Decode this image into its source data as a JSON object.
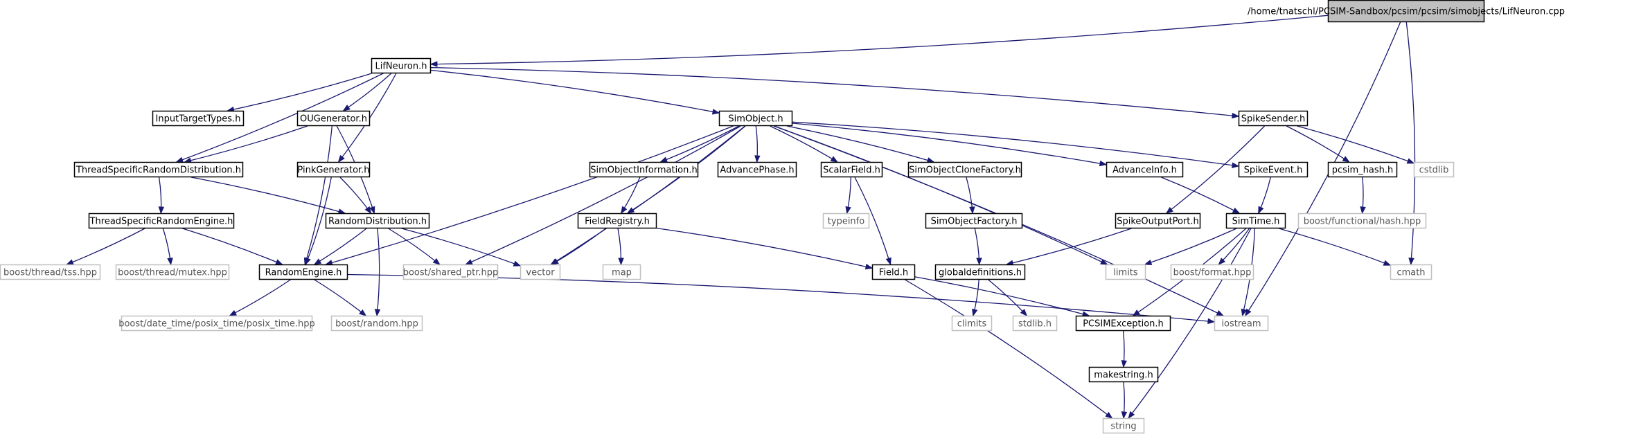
{
  "colors": {
    "edge": "#191970",
    "root_fill": "#bfbfbf",
    "local_border": "#000000",
    "external_border": "#bfbfbf"
  },
  "nodes": [
    {
      "id": "root",
      "label": "/home/tnatschl/PCSIM-Sandbox/pcsim/pcsim/simobjects/LifNeuron.cpp",
      "kind": "root"
    },
    {
      "id": "lifneuron_h",
      "label": "LifNeuron.h",
      "kind": "local"
    },
    {
      "id": "inputtargettypes_h",
      "label": "InputTargetTypes.h",
      "kind": "local"
    },
    {
      "id": "ougenerator_h",
      "label": "OUGenerator.h",
      "kind": "local"
    },
    {
      "id": "simobject_h",
      "label": "SimObject.h",
      "kind": "local"
    },
    {
      "id": "spikesender_h",
      "label": "SpikeSender.h",
      "kind": "local"
    },
    {
      "id": "tsrd_h",
      "label": "ThreadSpecificRandomDistribution.h",
      "kind": "local"
    },
    {
      "id": "pinkgenerator_h",
      "label": "PinkGenerator.h",
      "kind": "local"
    },
    {
      "id": "simobjectinformation_h",
      "label": "SimObjectInformation.h",
      "kind": "local"
    },
    {
      "id": "advancephase_h",
      "label": "AdvancePhase.h",
      "kind": "local"
    },
    {
      "id": "scalarfield_h",
      "label": "ScalarField.h",
      "kind": "local"
    },
    {
      "id": "simobjectclonefactory_h",
      "label": "SimObjectCloneFactory.h",
      "kind": "local"
    },
    {
      "id": "advanceinfo_h",
      "label": "AdvanceInfo.h",
      "kind": "local"
    },
    {
      "id": "spikeevent_h",
      "label": "SpikeEvent.h",
      "kind": "local"
    },
    {
      "id": "pcsim_hash_h",
      "label": "pcsim_hash.h",
      "kind": "local"
    },
    {
      "id": "cstdlib",
      "label": "cstdlib",
      "kind": "external"
    },
    {
      "id": "tsre_h",
      "label": "ThreadSpecificRandomEngine.h",
      "kind": "local"
    },
    {
      "id": "randomdistribution_h",
      "label": "RandomDistribution.h",
      "kind": "local"
    },
    {
      "id": "fieldregistry_h",
      "label": "FieldRegistry.h",
      "kind": "local"
    },
    {
      "id": "typeinfo",
      "label": "typeinfo",
      "kind": "external"
    },
    {
      "id": "simobjectfactory_h",
      "label": "SimObjectFactory.h",
      "kind": "local"
    },
    {
      "id": "spikeoutputport_h",
      "label": "SpikeOutputPort.h",
      "kind": "local"
    },
    {
      "id": "simtime_h",
      "label": "SimTime.h",
      "kind": "local"
    },
    {
      "id": "boost_functional_hash",
      "label": "boost/functional/hash.hpp",
      "kind": "external"
    },
    {
      "id": "boost_thread_tss",
      "label": "boost/thread/tss.hpp",
      "kind": "external"
    },
    {
      "id": "boost_thread_mutex",
      "label": "boost/thread/mutex.hpp",
      "kind": "external"
    },
    {
      "id": "randomengine_h",
      "label": "RandomEngine.h",
      "kind": "local"
    },
    {
      "id": "boost_shared_ptr",
      "label": "boost/shared_ptr.hpp",
      "kind": "external"
    },
    {
      "id": "vector",
      "label": "vector",
      "kind": "external"
    },
    {
      "id": "map",
      "label": "map",
      "kind": "external"
    },
    {
      "id": "field_h",
      "label": "Field.h",
      "kind": "local"
    },
    {
      "id": "globaldefinitions_h",
      "label": "globaldefinitions.h",
      "kind": "local"
    },
    {
      "id": "limits",
      "label": "limits",
      "kind": "external"
    },
    {
      "id": "boost_format",
      "label": "boost/format.hpp",
      "kind": "external"
    },
    {
      "id": "cmath",
      "label": "cmath",
      "kind": "external"
    },
    {
      "id": "boost_posix_time",
      "label": "boost/date_time/posix_time/posix_time.hpp",
      "kind": "external"
    },
    {
      "id": "boost_random",
      "label": "boost/random.hpp",
      "kind": "external"
    },
    {
      "id": "climits",
      "label": "climits",
      "kind": "external"
    },
    {
      "id": "stdlib_h",
      "label": "stdlib.h",
      "kind": "external"
    },
    {
      "id": "pcsimexception_h",
      "label": "PCSIMException.h",
      "kind": "local"
    },
    {
      "id": "iostream",
      "label": "iostream",
      "kind": "external"
    },
    {
      "id": "makestring_h",
      "label": "makestring.h",
      "kind": "local"
    },
    {
      "id": "string",
      "label": "string",
      "kind": "external"
    }
  ],
  "edges": [
    [
      "root",
      "lifneuron_h"
    ],
    [
      "root",
      "cmath"
    ],
    [
      "root",
      "iostream"
    ],
    [
      "lifneuron_h",
      "inputtargettypes_h"
    ],
    [
      "lifneuron_h",
      "ougenerator_h"
    ],
    [
      "lifneuron_h",
      "simobject_h"
    ],
    [
      "lifneuron_h",
      "spikesender_h"
    ],
    [
      "lifneuron_h",
      "tsrd_h"
    ],
    [
      "lifneuron_h",
      "pinkgenerator_h"
    ],
    [
      "ougenerator_h",
      "tsrd_h"
    ],
    [
      "ougenerator_h",
      "randomdistribution_h"
    ],
    [
      "ougenerator_h",
      "randomengine_h"
    ],
    [
      "tsrd_h",
      "tsre_h"
    ],
    [
      "tsrd_h",
      "randomdistribution_h"
    ],
    [
      "tsre_h",
      "boost_thread_tss"
    ],
    [
      "tsre_h",
      "boost_thread_mutex"
    ],
    [
      "tsre_h",
      "randomengine_h"
    ],
    [
      "pinkgenerator_h",
      "randomdistribution_h"
    ],
    [
      "pinkgenerator_h",
      "randomengine_h"
    ],
    [
      "randomdistribution_h",
      "randomengine_h"
    ],
    [
      "randomdistribution_h",
      "boost_shared_ptr"
    ],
    [
      "randomdistribution_h",
      "vector"
    ],
    [
      "randomdistribution_h",
      "boost_random"
    ],
    [
      "randomengine_h",
      "boost_posix_time"
    ],
    [
      "randomengine_h",
      "boost_random"
    ],
    [
      "randomengine_h",
      "iostream"
    ],
    [
      "simobject_h",
      "simobjectinformation_h"
    ],
    [
      "simobject_h",
      "advancephase_h"
    ],
    [
      "simobject_h",
      "scalarfield_h"
    ],
    [
      "simobject_h",
      "simobjectclonefactory_h"
    ],
    [
      "simobject_h",
      "advanceinfo_h"
    ],
    [
      "simobject_h",
      "spikeevent_h"
    ],
    [
      "simobject_h",
      "fieldregistry_h"
    ],
    [
      "simobject_h",
      "vector"
    ],
    [
      "simobject_h",
      "boost_shared_ptr"
    ],
    [
      "simobject_h",
      "randomengine_h"
    ],
    [
      "simobject_h",
      "limits"
    ],
    [
      "simobject_h",
      "iostream"
    ],
    [
      "simobjectinformation_h",
      "fieldregistry_h"
    ],
    [
      "fieldregistry_h",
      "vector"
    ],
    [
      "fieldregistry_h",
      "map"
    ],
    [
      "fieldregistry_h",
      "field_h"
    ],
    [
      "scalarfield_h",
      "typeinfo"
    ],
    [
      "scalarfield_h",
      "field_h"
    ],
    [
      "field_h",
      "pcsimexception_h"
    ],
    [
      "field_h",
      "string"
    ],
    [
      "simobjectclonefactory_h",
      "simobjectfactory_h"
    ],
    [
      "simobjectfactory_h",
      "globaldefinitions_h"
    ],
    [
      "globaldefinitions_h",
      "climits"
    ],
    [
      "globaldefinitions_h",
      "stdlib_h"
    ],
    [
      "advanceinfo_h",
      "simtime_h"
    ],
    [
      "spikeevent_h",
      "simtime_h"
    ],
    [
      "spikesender_h",
      "spikeoutputport_h"
    ],
    [
      "spikesender_h",
      "pcsim_hash_h"
    ],
    [
      "spikesender_h",
      "cstdlib"
    ],
    [
      "pcsim_hash_h",
      "boost_functional_hash"
    ],
    [
      "spikeoutputport_h",
      "globaldefinitions_h"
    ],
    [
      "simtime_h",
      "limits"
    ],
    [
      "simtime_h",
      "boost_format"
    ],
    [
      "simtime_h",
      "cmath"
    ],
    [
      "simtime_h",
      "pcsimexception_h"
    ],
    [
      "simtime_h",
      "iostream"
    ],
    [
      "simtime_h",
      "string"
    ],
    [
      "pcsimexception_h",
      "makestring_h"
    ],
    [
      "makestring_h",
      "string"
    ]
  ]
}
